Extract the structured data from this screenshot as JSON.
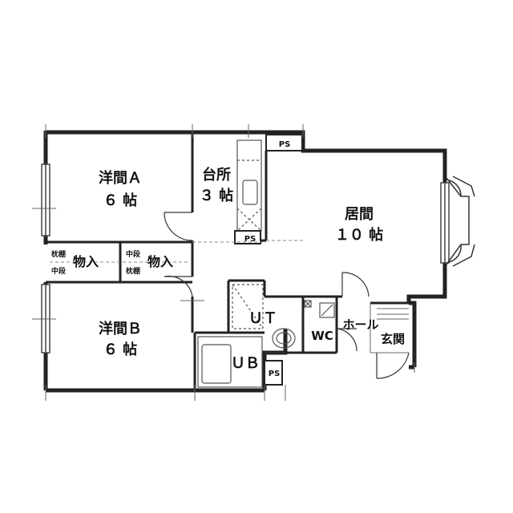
{
  "rooms": {
    "western_a": {
      "name": "洋間Ａ",
      "size": "６ 帖"
    },
    "western_b": {
      "name": "洋間Ｂ",
      "size": "６ 帖"
    },
    "kitchen": {
      "name": "台所",
      "size": "３ 帖"
    },
    "living": {
      "name": "居間",
      "size": "１０ 帖"
    },
    "storage_1": {
      "name": "物入",
      "shelf_top": "枕棚",
      "shelf_bottom": "中段"
    },
    "storage_2": {
      "name": "物入",
      "shelf_top": "中段",
      "shelf_bottom": "枕棚"
    },
    "utility": {
      "name": "ＵＴ"
    },
    "bath": {
      "name": "ＵＢ"
    },
    "toilet": {
      "name": "WC"
    },
    "hall": {
      "name": "ホール"
    },
    "entrance": {
      "name": "玄関"
    }
  },
  "ps_labels": [
    "PS",
    "PS",
    "PS"
  ],
  "colors": {
    "wall": "#222222",
    "line": "#333333",
    "dashed": "#888888"
  }
}
